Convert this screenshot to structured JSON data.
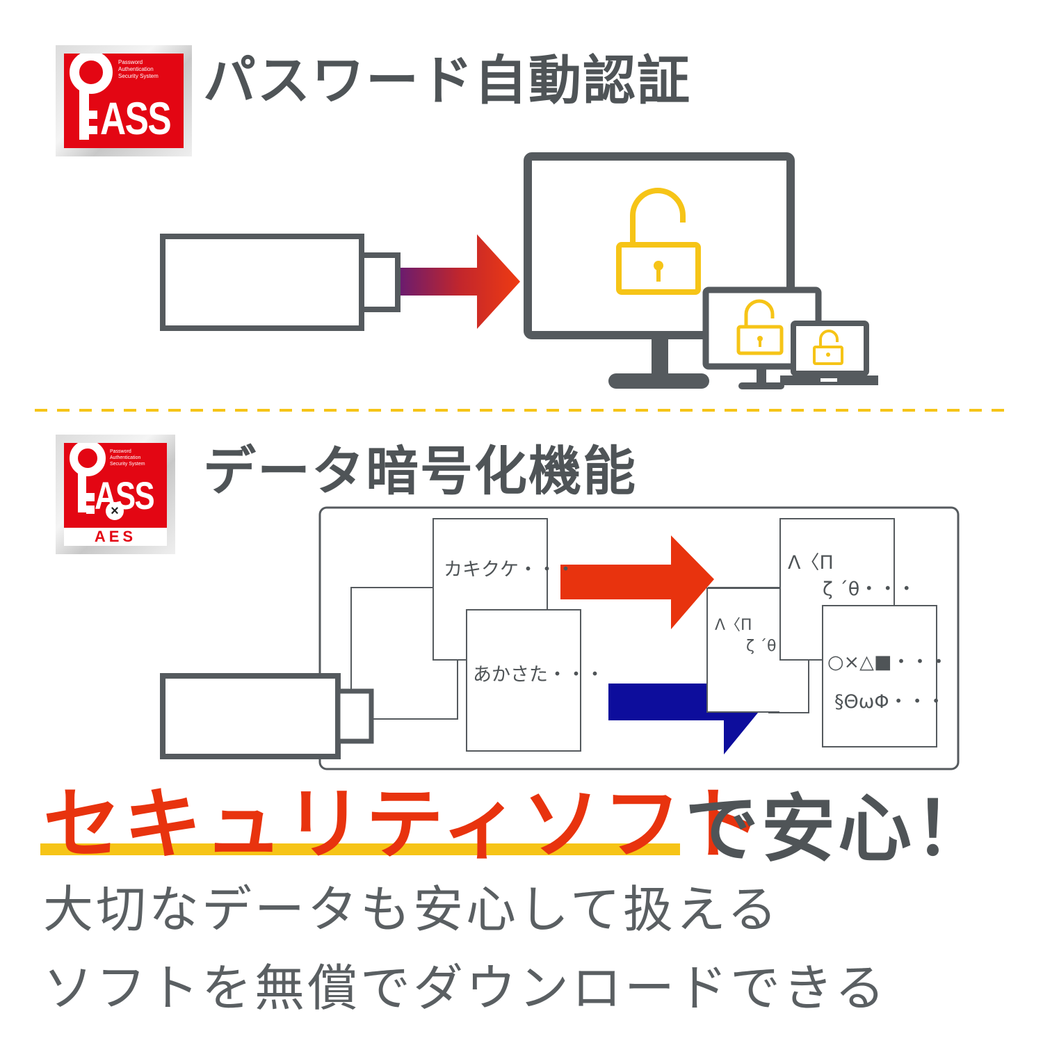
{
  "section1": {
    "heading": "パスワード自動認証",
    "badge": {
      "small_text": [
        "Password",
        "Authentication",
        "Security System"
      ],
      "word": "ASS"
    }
  },
  "section2": {
    "heading": "データ暗号化機能",
    "badge": {
      "small_text": [
        "Password",
        "Authentication",
        "Security System"
      ],
      "word": "ASS",
      "cross": "×",
      "aes": "AES"
    },
    "docs": {
      "plain1": "カキクケ・・・",
      "plain2": "あかさた・・・",
      "enc_back_line1": "Λ〈Π",
      "enc_back_line2": "ζ ´θ・・・",
      "enc_mid_line1": "Λ〈Π",
      "enc_mid_line2": "ζ ´θ",
      "enc_front_line1": "○×△■・・・",
      "enc_front_line2": "§ΘωΦ・・・"
    }
  },
  "tagline": {
    "highlight": "セキュリティソフト",
    "rest": "で安心！",
    "line1": "大切なデータも安心して扱える",
    "line2": "ソフトを無償でダウンロードできる"
  },
  "colors": {
    "gray": "#555a5e",
    "yellow": "#f6c417",
    "red": "#e8330e",
    "blue": "#0d0d9c",
    "badge_red": "#e30613"
  }
}
